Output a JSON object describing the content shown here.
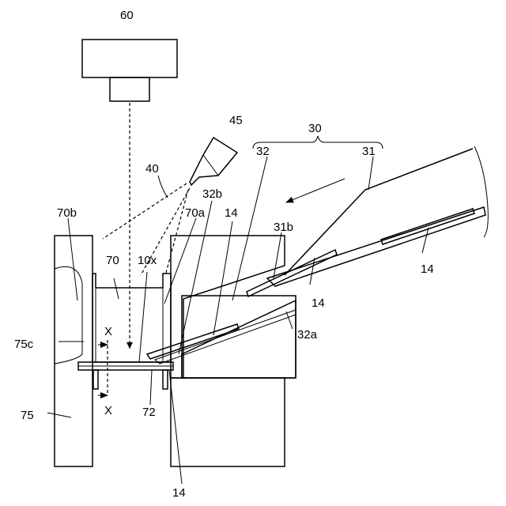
{
  "labels": {
    "l60": "60",
    "l45": "45",
    "l30": "30",
    "l32": "32",
    "l31": "31",
    "l40": "40",
    "l32b": "32b",
    "l70b": "70b",
    "l70a": "70a",
    "l14a": "14",
    "l31b": "31b",
    "l14b": "14",
    "l70": "70",
    "l10x": "10x",
    "l14c": "14",
    "l75c": "75c",
    "l32a": "32a",
    "lXa": "X",
    "lXb": "X",
    "l72": "72",
    "l75": "75",
    "l14d": "14"
  }
}
